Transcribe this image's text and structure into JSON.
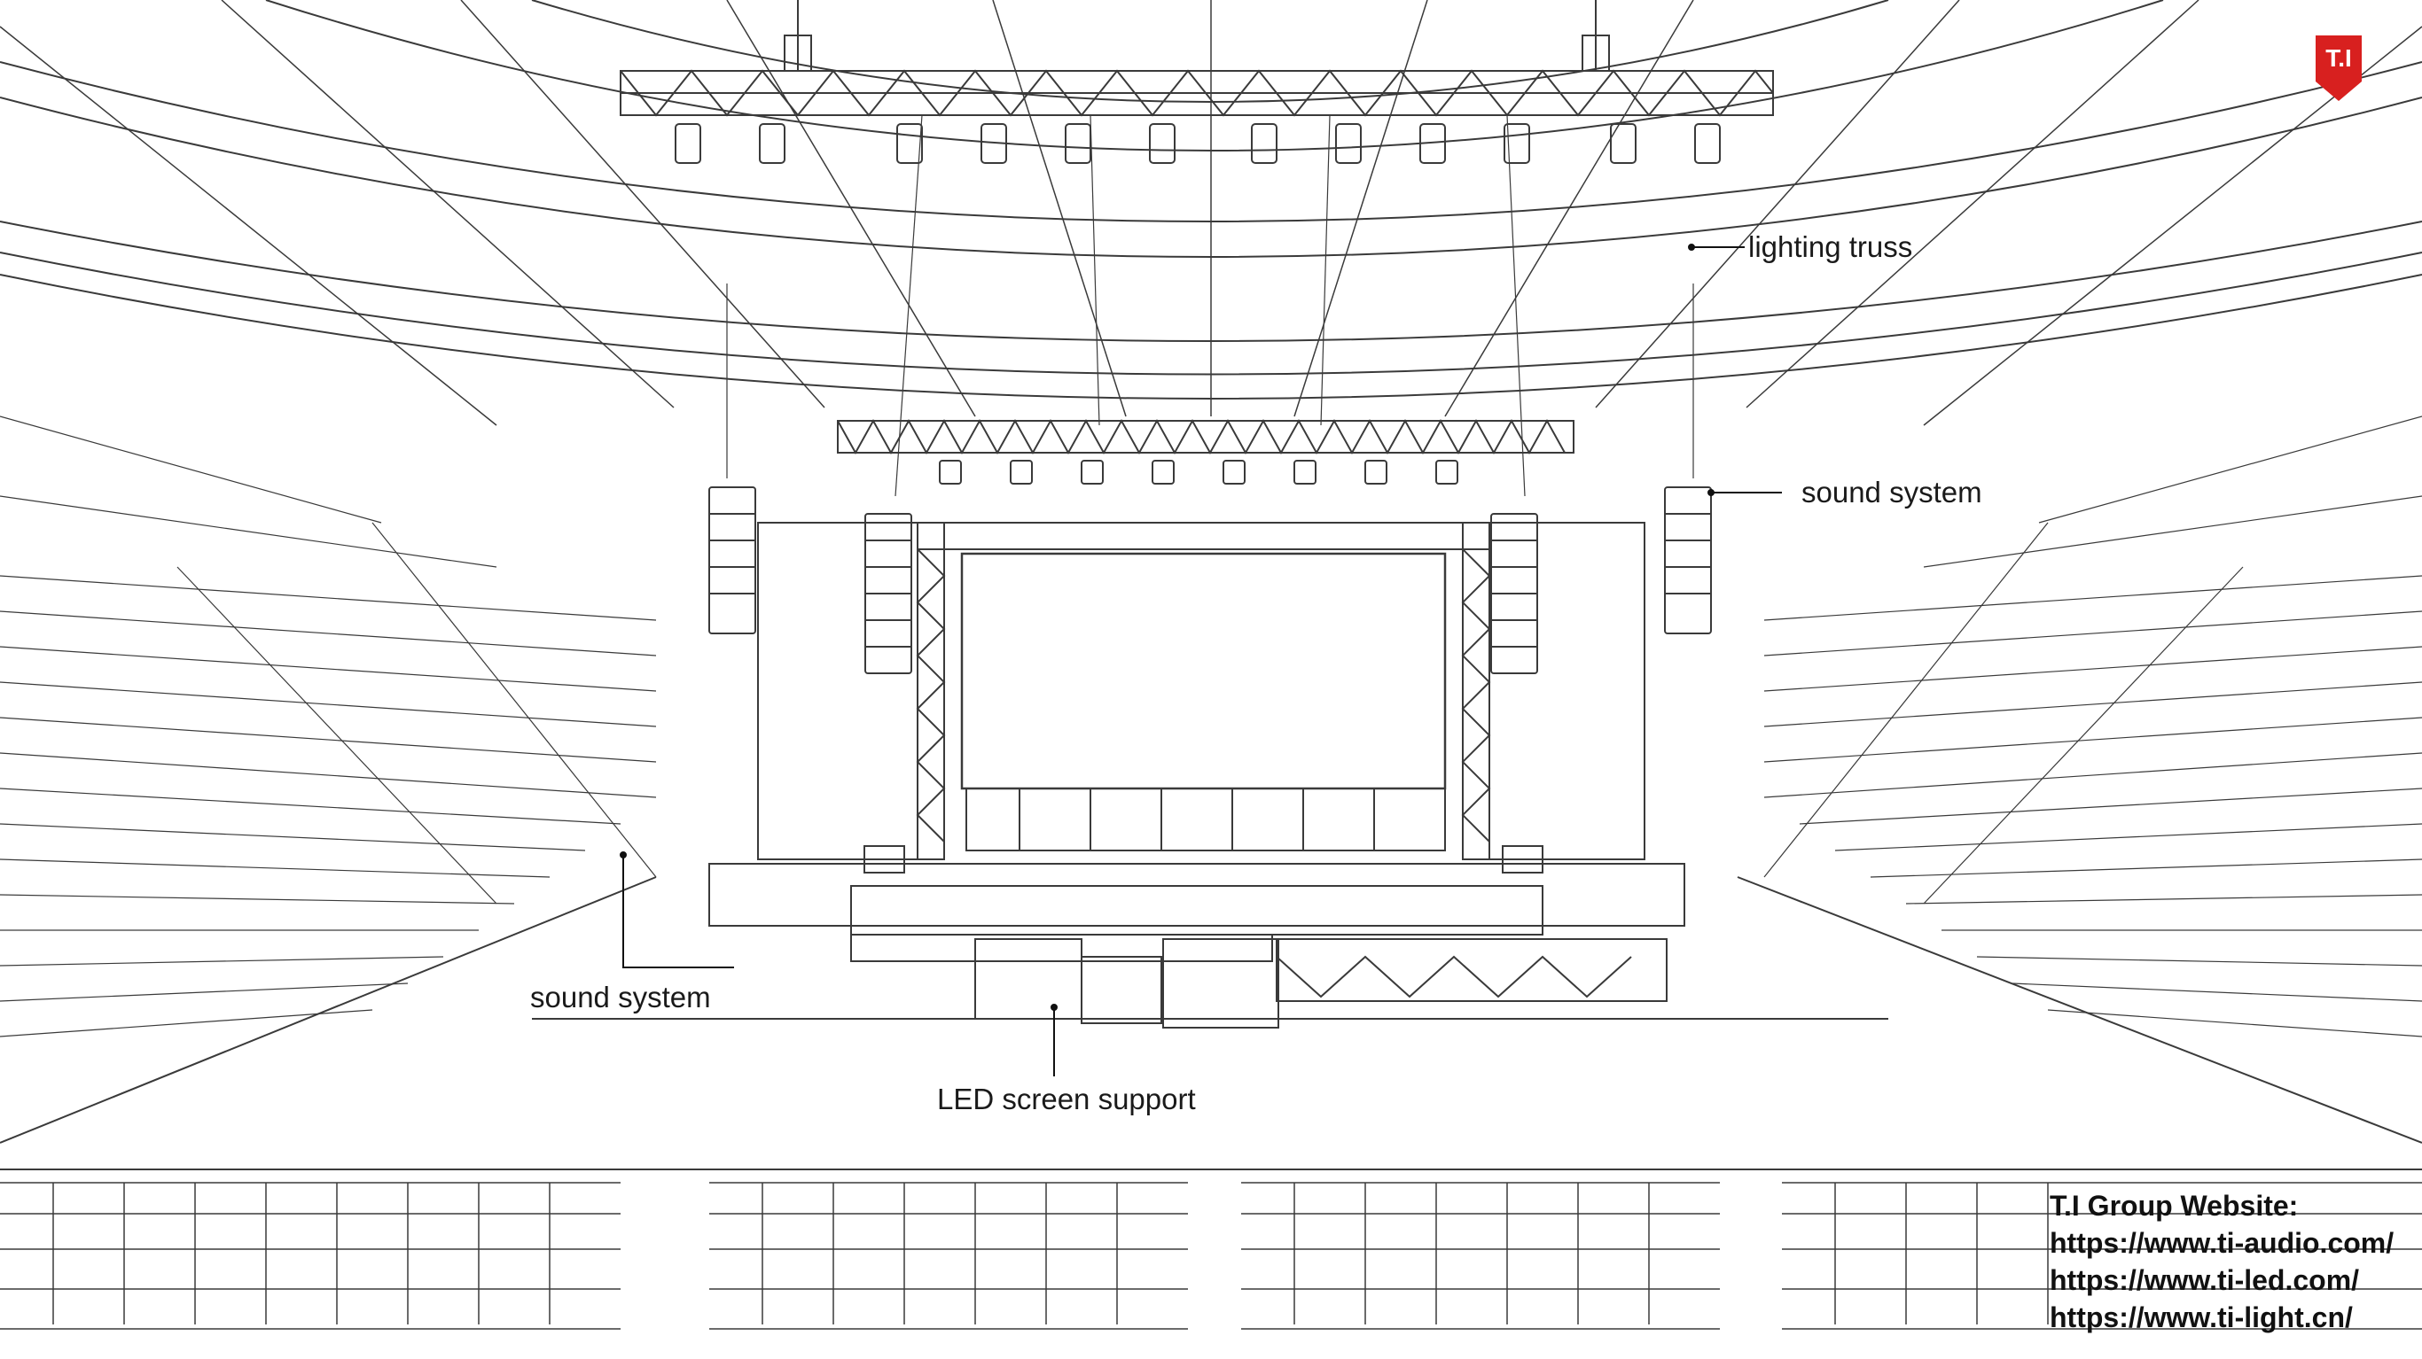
{
  "labels": {
    "lighting_truss": "lighting truss",
    "sound_system_right": "sound system",
    "sound_system_left": "sound system",
    "led_screen_support": "LED screen support"
  },
  "logo": {
    "text": "T.I",
    "color": "#d8201f"
  },
  "website": {
    "title": "T.I Group Website:",
    "urls": [
      "https://www.ti-audio.com/",
      "https://www.ti-led.com/",
      "https://www.ti-light.cn/"
    ]
  },
  "style": {
    "line_color": "#3a3a3a",
    "background": "#ffffff"
  }
}
